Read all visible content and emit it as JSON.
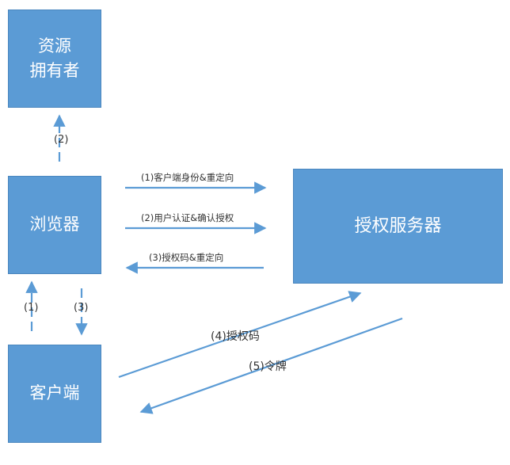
{
  "boxes": {
    "resource_owner": "资源\n拥有者",
    "browser": "浏览器",
    "client": "客户端",
    "auth_server": "授权服务器"
  },
  "labels": {
    "step1_client_to_browser": "(1)",
    "step2_browser_to_owner": "(2)",
    "step3_browser_to_client": "(3)",
    "b1": "(1)客户端身份&重定向",
    "b2": "(2)用户认证&确认授权",
    "b3": "(3)授权码&重定向",
    "c4": "(4)授权码",
    "c5": "(5)令牌"
  },
  "colors": {
    "box_fill": "#5b9bd5",
    "arrow": "#5b9bd5"
  }
}
